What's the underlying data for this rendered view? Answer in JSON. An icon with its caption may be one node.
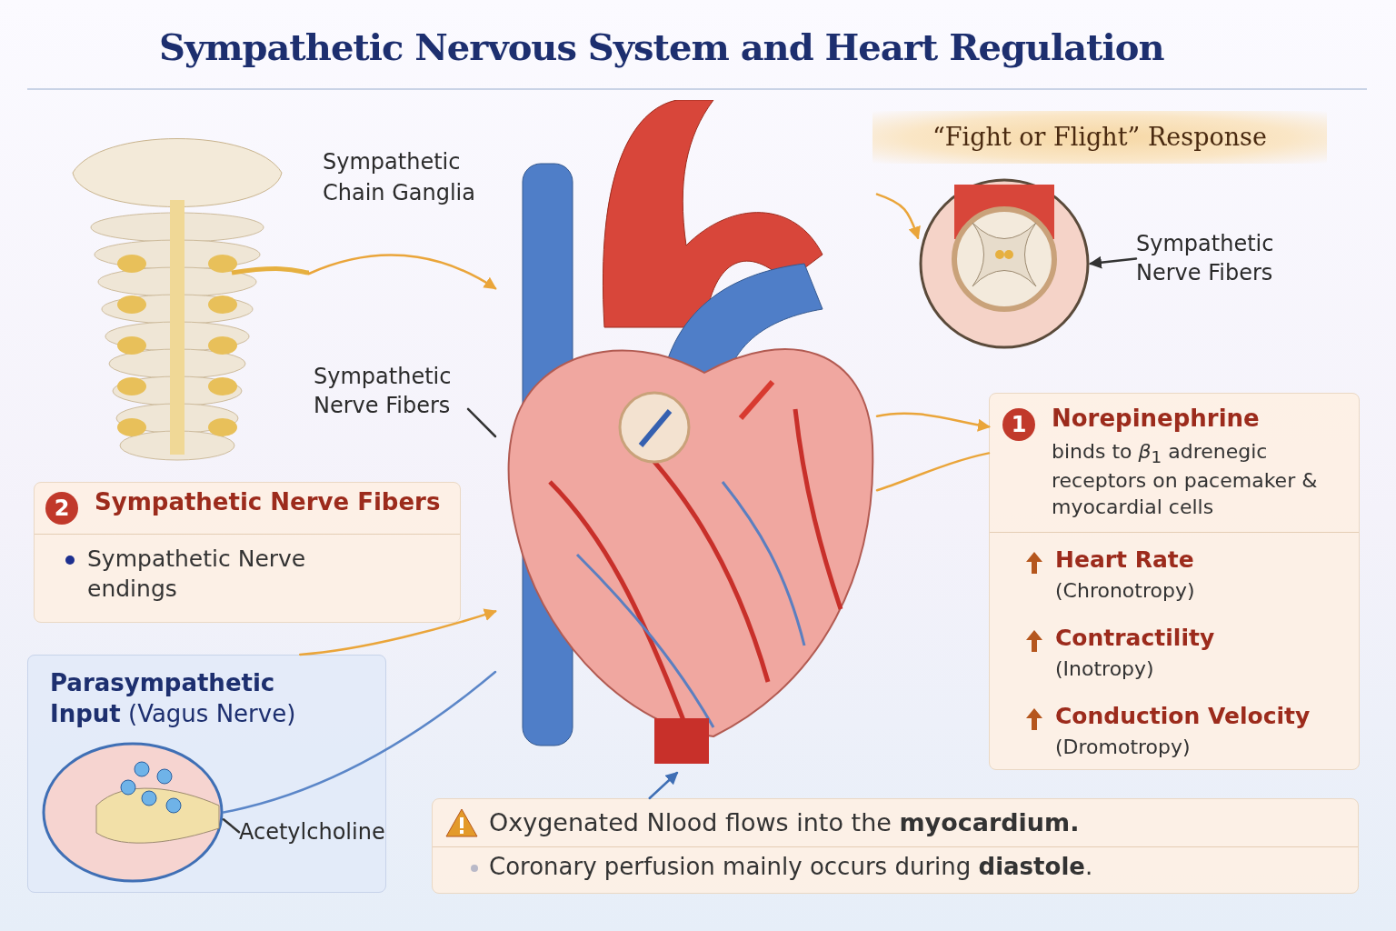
{
  "diagram": {
    "title": "Sympathetic Nervous System and Heart Regulation",
    "nodes": [
      {
        "text": [],
        "shape": "picture",
        "beside": [
          "Sympathetic Chain Ganglia"
        ]
      },
      {
        "text": [],
        "shape": "picture"
      },
      {
        "text": [],
        "shape": "circle"
      },
      {
        "text": [
          "Sympathetic Nerve Fibers"
        ]
      },
      {
        "text": [
          "Sympathetic Nerve Fibers"
        ]
      },
      {
        "text": [
          "1",
          "Norepinephrine",
          "binds to *β*$_{1}$ adrenegic receptors on pacemaker & myocardial cells",
          "Heart Rate",
          "(Chronotropy)",
          "Contractility",
          "(Inotropy)",
          "Conduction Velocity",
          "(Dromotropy)"
        ]
      },
      {
        "text": [
          "2",
          "Sympathetic Nerve Fibers",
          "Sympathetic Nerve endings"
        ]
      },
      {
        "text": [
          "**Parasympathetic Input** (Vagus Nerve)"
        ]
      },
      {
        "text": [],
        "shape": "circle",
        "in": 7
      },
      {
        "text": [
          "Acetylcholine"
        ],
        "in": 7
      },
      {
        "text": [
          "Oxygenated Nlood flows into the **myocardium.**",
          "Coronary perfusion mainly occurs during **diastole**."
        ]
      }
    ],
    "edges": [
      {
        "from": 0,
        "to": 1,
        "arrow": "to"
      },
      {
        "from": 1,
        "to": 2,
        "arrow": "to"
      },
      {
        "from": 3,
        "to": 2,
        "arrow": "to",
        "color": "#333333"
      },
      {
        "from": 4,
        "to": 1,
        "arrow": "none",
        "color": "#333333"
      },
      {
        "from": 1,
        "to": 5,
        "arrow": "to"
      },
      {
        "from": 5,
        "to": 1,
        "arrow": "none"
      },
      {
        "from": 7,
        "to": 1,
        "arrow": "to"
      },
      {
        "from": 8,
        "to": 1,
        "arrow": "none",
        "color": "#5b86c8"
      },
      {
        "from": 9,
        "to": 8,
        "arrow": "none",
        "color": "#333333"
      },
      {
        "from": 10,
        "to": 1,
        "arrow": "to",
        "color": "#3f6fb5"
      }
    ],
    "labels": [
      "“Fight or Flight” Response"
    ]
  }
}
